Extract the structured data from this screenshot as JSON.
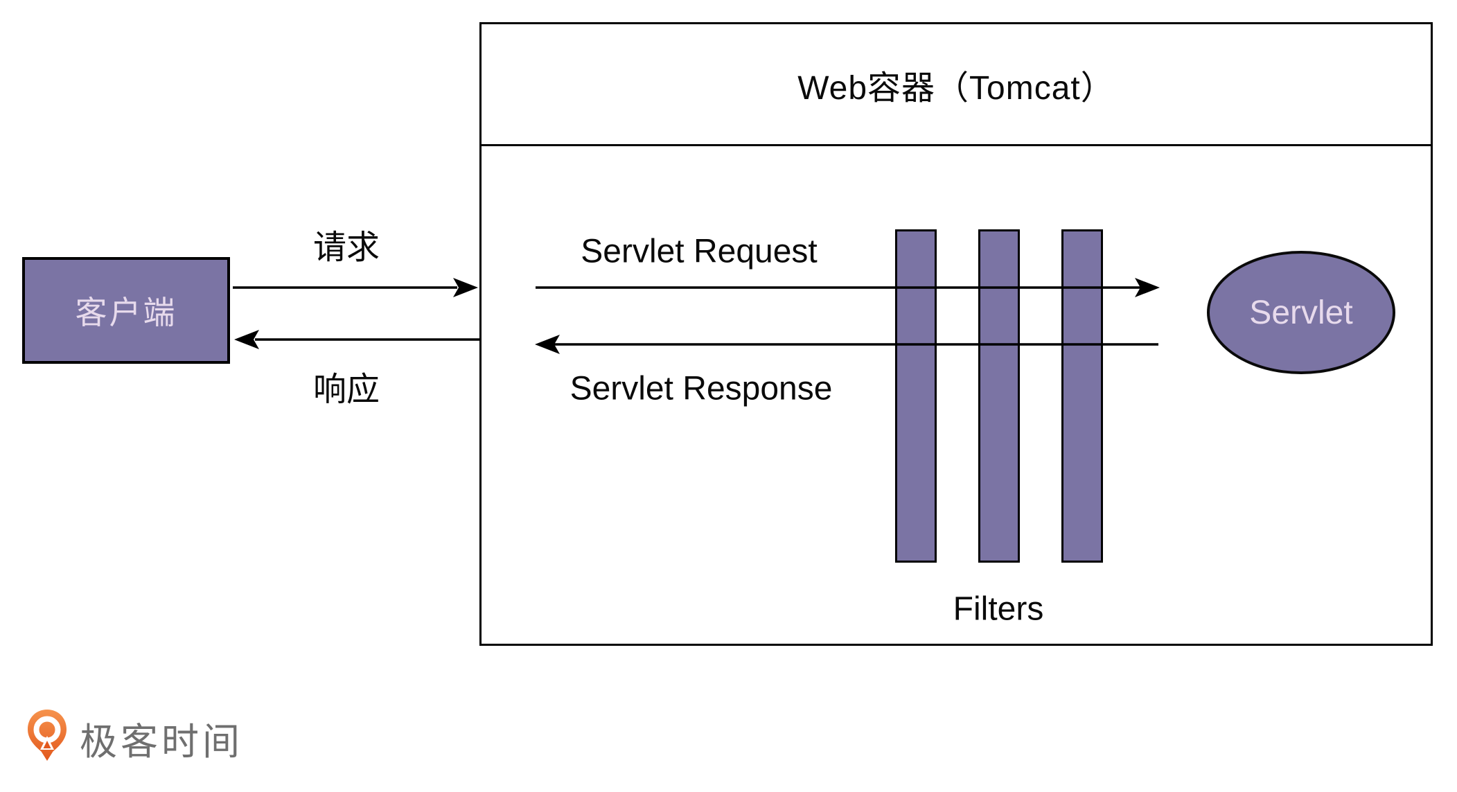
{
  "diagram": {
    "title": "Web容器（Tomcat）",
    "client": {
      "label": "客户端"
    },
    "flow_labels": {
      "request": "请求",
      "response": "响应",
      "servlet_request": "Servlet Request",
      "servlet_response": "Servlet Response"
    },
    "filters": {
      "label": "Filters",
      "bar_count": 3
    },
    "servlet": {
      "label": "Servlet"
    },
    "colors": {
      "purple": "#7B74A4",
      "light_text": "#E7DAEC",
      "line": "#000000",
      "logo_orange": "#EE7B30",
      "logo_orange_dark": "#E2581D",
      "logo_gray": "#6F6F6F"
    }
  },
  "footer": {
    "brand": "极客时间",
    "logo_icon": "geek-time-pin-icon"
  }
}
